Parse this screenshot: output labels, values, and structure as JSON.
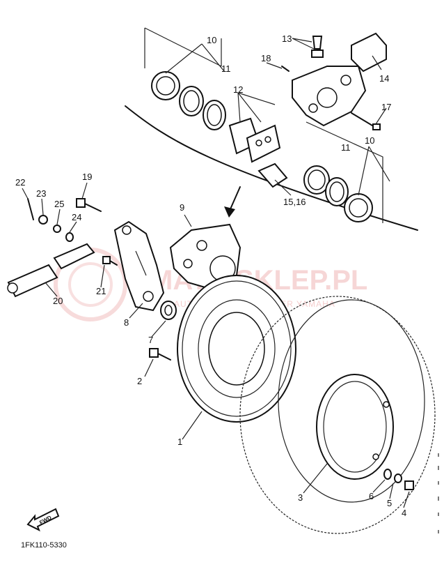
{
  "diagram": {
    "callouts": [
      "1",
      "2",
      "3",
      "4",
      "5",
      "6",
      "7",
      "8",
      "9",
      "10",
      "10",
      "11",
      "11",
      "12",
      "13",
      "14",
      "15,16",
      "17",
      "18",
      "19",
      "20",
      "21",
      "22",
      "23",
      "24",
      "25"
    ],
    "watermark": {
      "brand": "MATA-SKLEP.PL",
      "subtitle": "AUTORYZOWANY DEALER YAMAHA"
    },
    "fwd_label": "FWD",
    "drawing_code": "1FK110-5330",
    "colors": {
      "line": "#111111",
      "watermark": "#e07070"
    }
  }
}
